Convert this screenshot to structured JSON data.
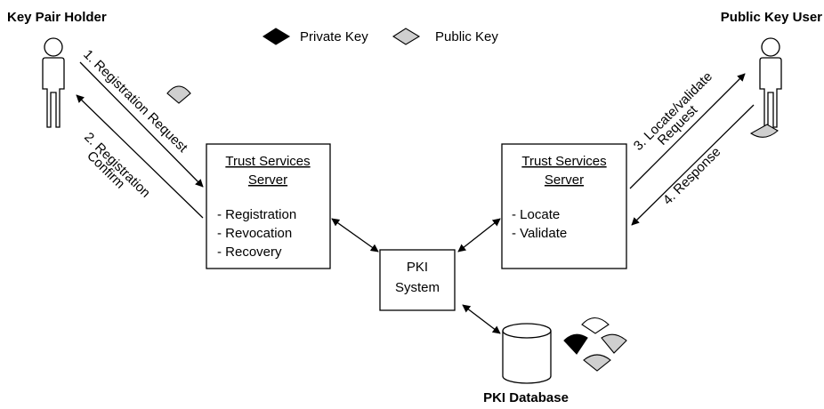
{
  "actors": {
    "key_pair_holder": "Key Pair Holder",
    "public_key_user": "Public Key User"
  },
  "legend": {
    "private_key": "Private Key",
    "public_key": "Public Key"
  },
  "messages": {
    "step1": "1. Registration Request",
    "step2_line1": "2. Registration",
    "step2_line2": "Confirm",
    "step3_line1": "3. Locate/validate",
    "step3_line2": "Request",
    "step4": "4. Response"
  },
  "left_server": {
    "title_line1": "Trust Services",
    "title_line2": "Server",
    "functions": [
      "- Registration",
      "- Revocation",
      "- Recovery"
    ]
  },
  "right_server": {
    "title_line1": "Trust Services",
    "title_line2": "Server",
    "functions": [
      "- Locate",
      "- Validate"
    ]
  },
  "pki_system": {
    "line1": "PKI",
    "line2": "System"
  },
  "pki_database": "PKI Database"
}
